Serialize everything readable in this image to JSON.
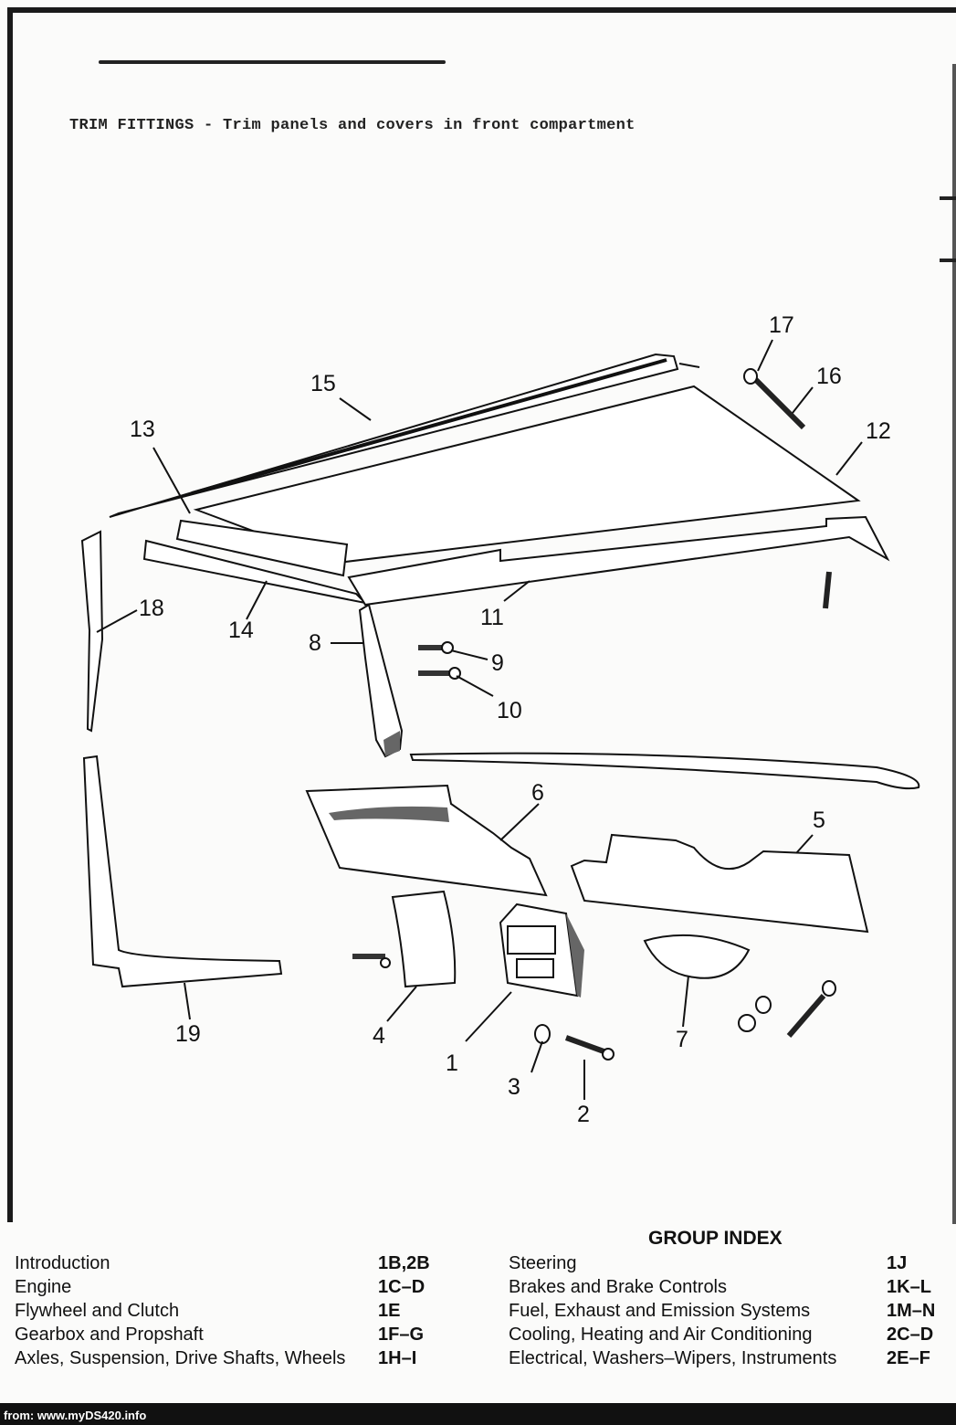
{
  "title": "TRIM FITTINGS - Trim panels and covers in front compartment",
  "callouts": [
    {
      "id": "c1",
      "label": "1"
    },
    {
      "id": "c2",
      "label": "2"
    },
    {
      "id": "c3",
      "label": "3"
    },
    {
      "id": "c4",
      "label": "4"
    },
    {
      "id": "c5",
      "label": "5"
    },
    {
      "id": "c6",
      "label": "6"
    },
    {
      "id": "c7",
      "label": "7"
    },
    {
      "id": "c8",
      "label": "8"
    },
    {
      "id": "c9",
      "label": "9"
    },
    {
      "id": "c10",
      "label": "10"
    },
    {
      "id": "c11",
      "label": "11"
    },
    {
      "id": "c12",
      "label": "12"
    },
    {
      "id": "c13",
      "label": "13"
    },
    {
      "id": "c14",
      "label": "14"
    },
    {
      "id": "c15",
      "label": "15"
    },
    {
      "id": "c16",
      "label": "16"
    },
    {
      "id": "c17",
      "label": "17"
    },
    {
      "id": "c18",
      "label": "18"
    },
    {
      "id": "c19",
      "label": "19"
    }
  ],
  "group_index": {
    "heading": "GROUP INDEX",
    "left": [
      {
        "name": "Introduction",
        "code": "1B,2B"
      },
      {
        "name": "Engine",
        "code": "1C–D"
      },
      {
        "name": "Flywheel and Clutch",
        "code": "1E"
      },
      {
        "name": "Gearbox and Propshaft",
        "code": "1F–G"
      },
      {
        "name": "Axles, Suspension, Drive Shafts, Wheels",
        "code": "1H–I"
      }
    ],
    "right": [
      {
        "name": "Steering",
        "code": "1J"
      },
      {
        "name": "Brakes and Brake Controls",
        "code": "1K–L"
      },
      {
        "name": "Fuel, Exhaust and Emission Systems",
        "code": "1M–N"
      },
      {
        "name": "Cooling, Heating and Air Conditioning",
        "code": "2C–D"
      },
      {
        "name": "Electrical, Washers–Wipers, Instruments",
        "code": "2E–F"
      }
    ]
  },
  "footer": "from: www.myDS420.info"
}
